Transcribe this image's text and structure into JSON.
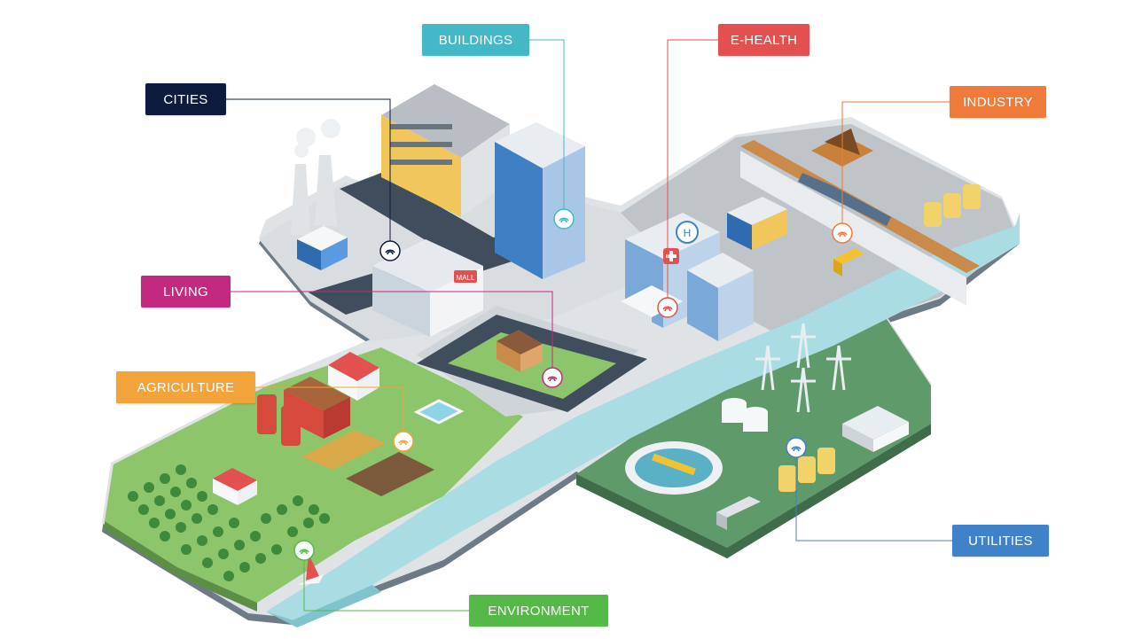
{
  "labels": {
    "cities": "CITIES",
    "buildings": "BUILDINGS",
    "ehealth": "E-HEALTH",
    "industry": "INDUSTRY",
    "living": "LIVING",
    "agriculture": "AGRICULTURE",
    "utilities": "UTILITIES",
    "environment": "ENVIRONMENT"
  },
  "colors": {
    "cities": "#0d1b3e",
    "buildings": "#45b8c8",
    "ehealth": "#e2514f",
    "industry": "#ef7a3a",
    "living": "#c32a7f",
    "agriculture": "#f2a43a",
    "utilities": "#3f82c9",
    "environment": "#55b948",
    "water": "#a9dde3",
    "grass": "#8cc56a",
    "utility_ground": "#5f9a6a",
    "industry_ground": "#bfc4c8",
    "road": "#3f4d5c"
  },
  "icons": [
    "wifi-icon",
    "hospital-cross-icon",
    "mall-sign-icon",
    "tree-icon",
    "sailboat-icon",
    "factory-chimney-icon",
    "power-pylon-icon",
    "storage-tank-icon",
    "truck-icon",
    "train-icon"
  ],
  "signs": {
    "mall": "MALL",
    "hospital": "HOSPITAL",
    "helipad": "H"
  }
}
